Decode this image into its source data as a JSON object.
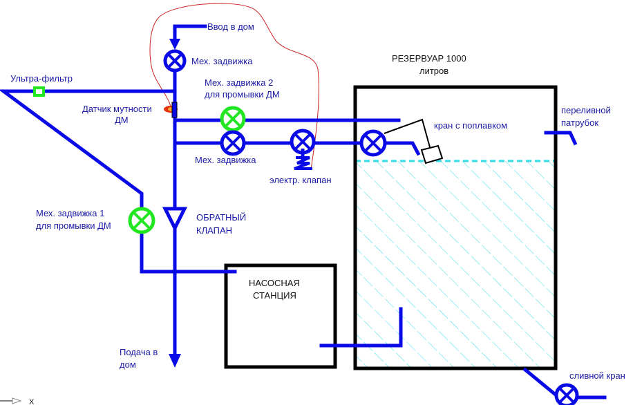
{
  "diagram": {
    "title": "Water supply scheme with 1000 L reservoir",
    "colors": {
      "pipe": "#0a0ae6",
      "highlight_valve": "#22e622",
      "tank_outline": "#000000",
      "water": "#33dde6",
      "annotation_outline": "#cc2222",
      "label_text": "#1a1aa6"
    },
    "labels": {
      "inlet": "Ввод в дом",
      "main_valve": "Мех. задвижка",
      "flush_valve_2_line1": "Мех. задвижка 2",
      "flush_valve_2_line2": "для промывки ДМ",
      "ultra_filter": "Ультра-фильтр",
      "turbidity_sensor_line1": "Датчик мутности",
      "turbidity_sensor_line2": "ДМ",
      "mech_valve_lower": "Мех. задвижка",
      "solenoid_valve": "электр. клапан",
      "tank_title_line1": "РЕЗЕРВУАР 1000",
      "tank_title_line2": "литров",
      "float_valve": "кран с поплавком",
      "overflow_line1": "переливной",
      "overflow_line2": "патрубок",
      "flush_valve_1_line1": "Мех. задвижка 1",
      "flush_valve_1_line2": "для промывки ДМ",
      "check_valve_line1": "ОБРАТНЫЙ",
      "check_valve_line2": "КЛАПАН",
      "pump_line1": "НАСОСНАЯ",
      "pump_line2": "СТАНЦИЯ",
      "supply_line1": "Подача в",
      "supply_line2": "дом",
      "drain_valve": "сливной кран",
      "axis_x": "X"
    },
    "tank": {
      "capacity_liters": 1000
    }
  }
}
